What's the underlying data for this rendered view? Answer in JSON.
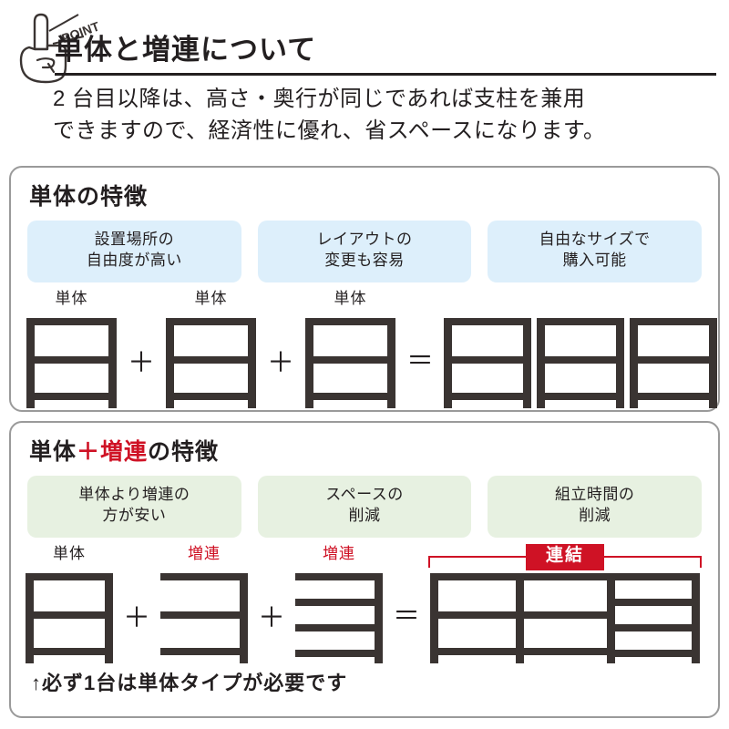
{
  "header": {
    "point_badge": "POINT",
    "icon": "pointing-hand-icon",
    "title": "単体と増連について",
    "lead_line1": "2 台目以降は、高さ・奥行が同じであれば支柱を兼用",
    "lead_line2": "できますので、経済性に優れ、省スペースになります。"
  },
  "panel_single": {
    "title": "単体の特徴",
    "chips": [
      {
        "line1": "設置場所の",
        "line2": "自由度が高い"
      },
      {
        "line1": "レイアウトの",
        "line2": "変更も容易"
      },
      {
        "line1": "自由なサイズで",
        "line2": "購入可能"
      }
    ],
    "diagram": {
      "unit_label": "単体",
      "plus": "＋",
      "equals": "＝",
      "units": [
        "単体",
        "単体",
        "単体"
      ],
      "result_count": 3
    }
  },
  "panel_connect": {
    "title_part1": "単体",
    "title_plus": "＋",
    "title_part2": "増連",
    "title_part3": "の特徴",
    "chips": [
      {
        "line1": "単体より増連の",
        "line2": "方が安い"
      },
      {
        "line1": "スペースの",
        "line2": "削減"
      },
      {
        "line1": "組立時間の",
        "line2": "削減"
      }
    ],
    "diagram": {
      "plus": "＋",
      "equals": "＝",
      "units": [
        {
          "label": "単体",
          "type": "standalone",
          "red": false
        },
        {
          "label": "増連",
          "type": "addon",
          "red": true
        },
        {
          "label": "増連",
          "type": "addon",
          "red": true
        }
      ],
      "badge": "連結"
    },
    "footnote": "↑必ず1台は単体タイプが必要です"
  },
  "colors": {
    "frame": "#3a3432",
    "accent_red": "#cf1225",
    "chip_blue": "#ddeffb",
    "chip_green": "#e7f1e1",
    "panel_border": "#9a9a9a",
    "text": "#231f20"
  }
}
